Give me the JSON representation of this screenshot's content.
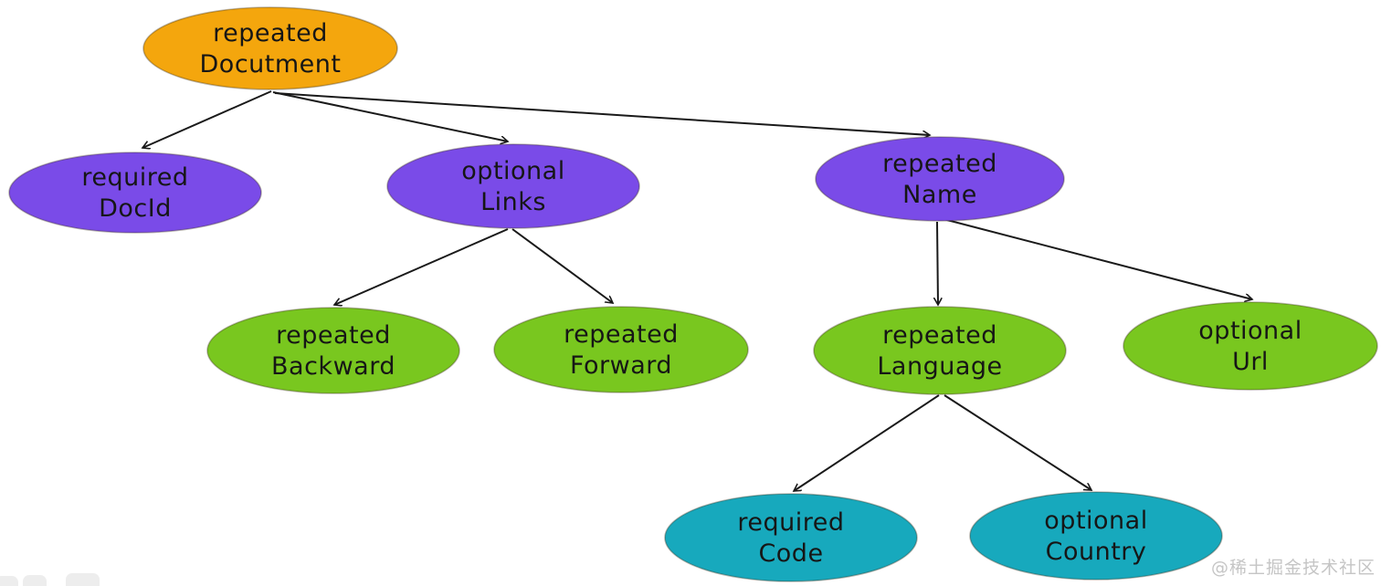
{
  "diagram": {
    "type": "tree",
    "nodes": [
      {
        "id": "document",
        "modifier": "repeated",
        "name": "Docutment",
        "fill": "#F4A60D",
        "level": 0
      },
      {
        "id": "docid",
        "modifier": "required",
        "name": "DocId",
        "fill": "#7A4BE8",
        "level": 1
      },
      {
        "id": "links",
        "modifier": "optional",
        "name": "Links",
        "fill": "#7A4BE8",
        "level": 1
      },
      {
        "id": "name",
        "modifier": "repeated",
        "name": "Name",
        "fill": "#7A4BE8",
        "level": 1
      },
      {
        "id": "backward",
        "modifier": "repeated",
        "name": "Backward",
        "fill": "#79C71F",
        "level": 2
      },
      {
        "id": "forward",
        "modifier": "repeated",
        "name": "Forward",
        "fill": "#79C71F",
        "level": 2
      },
      {
        "id": "language",
        "modifier": "repeated",
        "name": "Language",
        "fill": "#79C71F",
        "level": 2
      },
      {
        "id": "url",
        "modifier": "optional",
        "name": "Url",
        "fill": "#79C71F",
        "level": 2
      },
      {
        "id": "code",
        "modifier": "required",
        "name": "Code",
        "fill": "#17A9BD",
        "level": 3
      },
      {
        "id": "country",
        "modifier": "optional",
        "name": "Country",
        "fill": "#17A9BD",
        "level": 3
      }
    ],
    "edges": [
      {
        "from": "document",
        "to": "docid"
      },
      {
        "from": "document",
        "to": "links"
      },
      {
        "from": "document",
        "to": "name"
      },
      {
        "from": "links",
        "to": "backward"
      },
      {
        "from": "links",
        "to": "forward"
      },
      {
        "from": "name",
        "to": "language"
      },
      {
        "from": "name",
        "to": "url"
      },
      {
        "from": "language",
        "to": "code"
      },
      {
        "from": "language",
        "to": "country"
      }
    ],
    "colors": {
      "root": "#F4A60D",
      "level1": "#7A4BE8",
      "level2": "#79C71F",
      "level3": "#17A9BD",
      "edge": "#1a1a1a",
      "text": "#161616",
      "background": "#ffffff"
    }
  },
  "watermark": {
    "text": "@稀土掘金技术社区"
  }
}
